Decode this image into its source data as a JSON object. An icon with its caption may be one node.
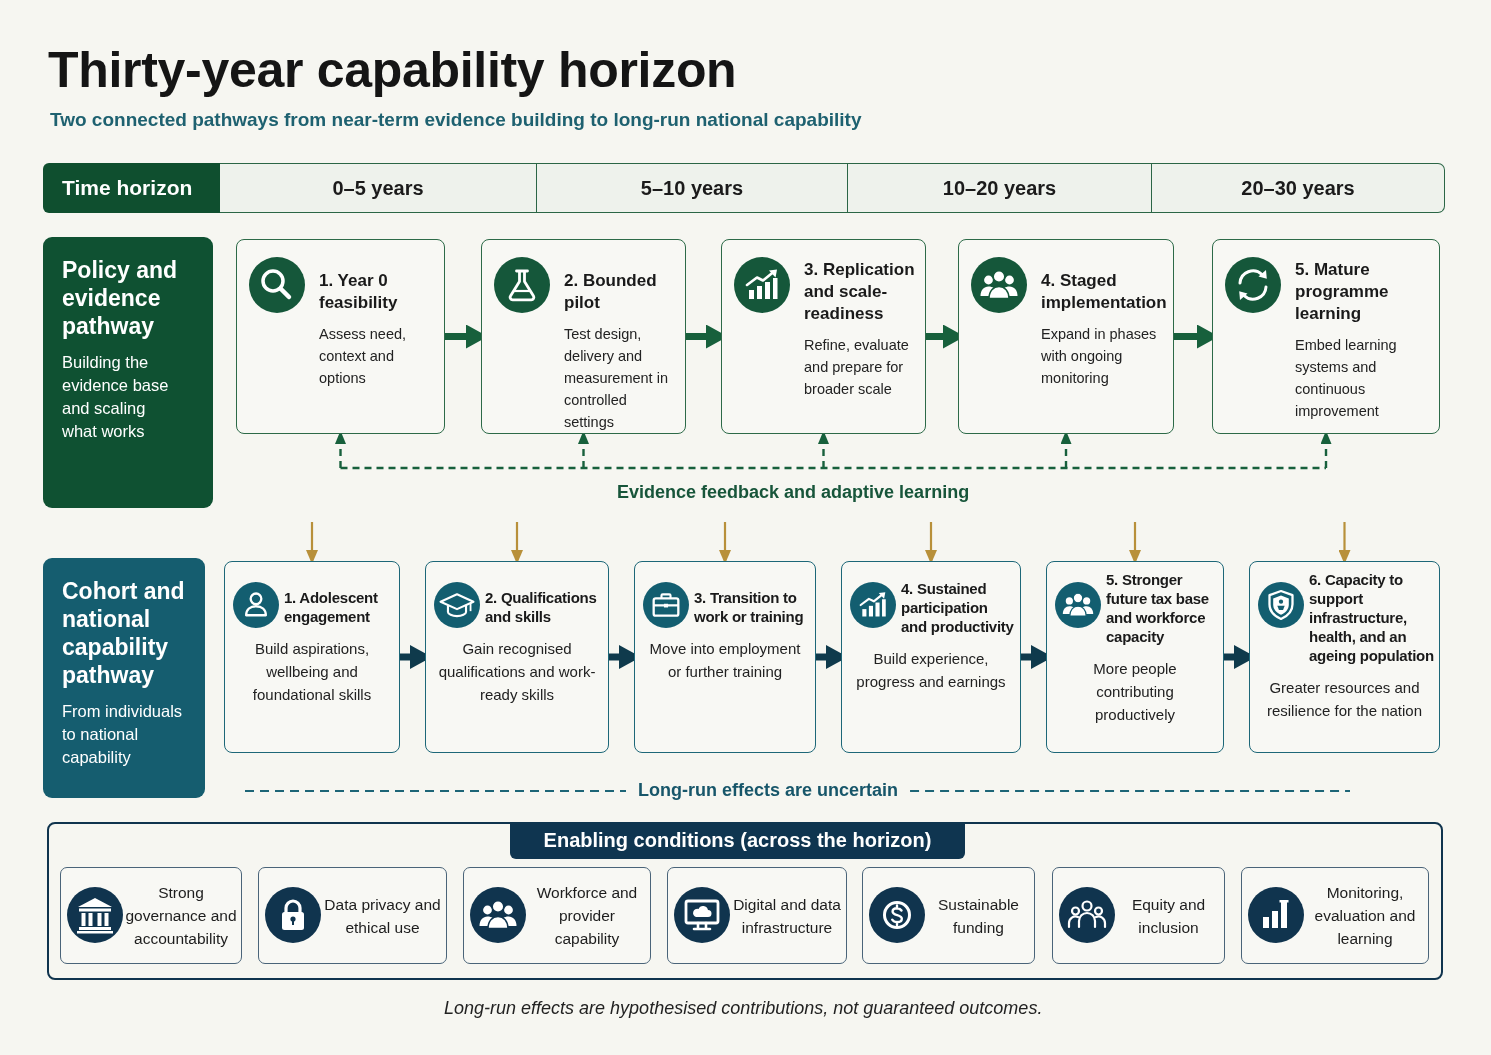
{
  "diagram": {
    "title": "Thirty-year capability horizon",
    "caption": "Long-run effects are hypothesised contributions, not guaranteed outcomes.",
    "nodes": [
      {
        "text": [
          "Time horizon"
        ]
      },
      {
        "text": [
          "0–5 years"
        ]
      },
      {
        "text": [
          "5–10 years"
        ]
      },
      {
        "text": [
          "10–20 years"
        ]
      },
      {
        "text": [
          "20–30 years"
        ]
      },
      {
        "text": [
          "Policy and evidence pathway",
          "Building the evidence base and scaling what works"
        ]
      },
      {
        "text": [
          "1. Year 0 feasibility",
          "Assess need, context and options"
        ]
      },
      {
        "text": [
          "2. Bounded pilot",
          "Test design, delivery and measurement in controlled settings"
        ]
      },
      {
        "text": [
          "3. Replication and scale-readiness",
          "Refine, evaluate and prepare for broader scale"
        ]
      },
      {
        "text": [
          "4. Staged implementation",
          "Expand in phases with ongoing monitoring"
        ]
      },
      {
        "text": [
          "5. Mature programme learning",
          "Embed learning systems and continuous improvement"
        ]
      },
      {
        "text": [
          "Cohort and national capability pathway",
          "From individuals to national capability"
        ]
      },
      {
        "text": [
          "1. Adolescent engagement",
          "Build aspirations, wellbeing and foundational skills"
        ]
      },
      {
        "text": [
          "2. Qualifications and skills",
          "Gain recognised qualifications and work-ready skills"
        ]
      },
      {
        "text": [
          "3. Transition to work or training",
          "Move into employment or further training"
        ]
      },
      {
        "text": [
          "4. Sustained participation and productivity",
          "Build experience, progress and earnings"
        ]
      },
      {
        "text": [
          "5. Stronger future tax base and workforce capacity",
          "More people contributing productively"
        ]
      },
      {
        "text": [
          "6. Capacity to support infrastructure, health, and an ageing population",
          "Greater resources and resilience for the nation"
        ]
      },
      {
        "text": [
          "Enabling conditions (across the horizon)"
        ]
      },
      {
        "text": [
          "Strong governance and accountability"
        ],
        "in": 18
      },
      {
        "text": [
          "Data privacy and ethical use"
        ],
        "in": 18
      },
      {
        "text": [
          "Workforce and provider capability"
        ],
        "in": 18
      },
      {
        "text": [
          "Digital and data infrastructure"
        ],
        "in": 18
      },
      {
        "text": [
          "Sustainable funding"
        ],
        "in": 18
      },
      {
        "text": [
          "Equity and inclusion"
        ],
        "in": 18
      },
      {
        "text": [
          "Monitoring, evaluation and learning"
        ],
        "in": 18
      }
    ],
    "edges": [
      {
        "from": 6,
        "to": 7,
        "arrow": "to",
        "style": "thick"
      },
      {
        "from": 7,
        "to": 8,
        "arrow": "to",
        "style": "thick"
      },
      {
        "from": 8,
        "to": 9,
        "arrow": "to",
        "style": "thick"
      },
      {
        "from": 9,
        "to": 10,
        "arrow": "to",
        "style": "thick"
      },
      {
        "from": null,
        "to": 6,
        "arrow": "to",
        "style": "dashed"
      },
      {
        "from": null,
        "to": 7,
        "arrow": "to",
        "style": "dashed"
      },
      {
        "from": null,
        "to": 8,
        "arrow": "to",
        "style": "dashed"
      },
      {
        "from": null,
        "to": 9,
        "arrow": "to",
        "style": "dashed"
      },
      {
        "from": null,
        "to": 10,
        "arrow": "to",
        "style": "dashed"
      },
      {
        "from": null,
        "to": 12,
        "arrow": "to",
        "color": "#b8903a"
      },
      {
        "from": null,
        "to": 13,
        "arrow": "to",
        "color": "#b8903a"
      },
      {
        "from": null,
        "to": 14,
        "arrow": "to",
        "color": "#b8903a"
      },
      {
        "from": null,
        "to": 15,
        "arrow": "to",
        "color": "#b8903a"
      },
      {
        "from": null,
        "to": 16,
        "arrow": "to",
        "color": "#b8903a"
      },
      {
        "from": null,
        "to": 17,
        "arrow": "to",
        "color": "#b8903a"
      },
      {
        "from": 12,
        "to": 13,
        "arrow": "to",
        "style": "thick",
        "color": "#0f3a4c"
      },
      {
        "from": 13,
        "to": 14,
        "arrow": "to",
        "style": "thick",
        "color": "#0f3a4c"
      },
      {
        "from": 14,
        "to": 15,
        "arrow": "to",
        "style": "thick",
        "color": "#0f3a4c"
      },
      {
        "from": 15,
        "to": 16,
        "arrow": "to",
        "style": "thick",
        "color": "#0f3a4c"
      },
      {
        "from": 16,
        "to": 17,
        "arrow": "to",
        "style": "thick",
        "color": "#0f3a4c"
      }
    ],
    "labels": [
      "Two connected pathways from near-term evidence building to long-run national capability",
      "Evidence feedback and adaptive learning",
      "Long-run effects are uncertain"
    ]
  }
}
